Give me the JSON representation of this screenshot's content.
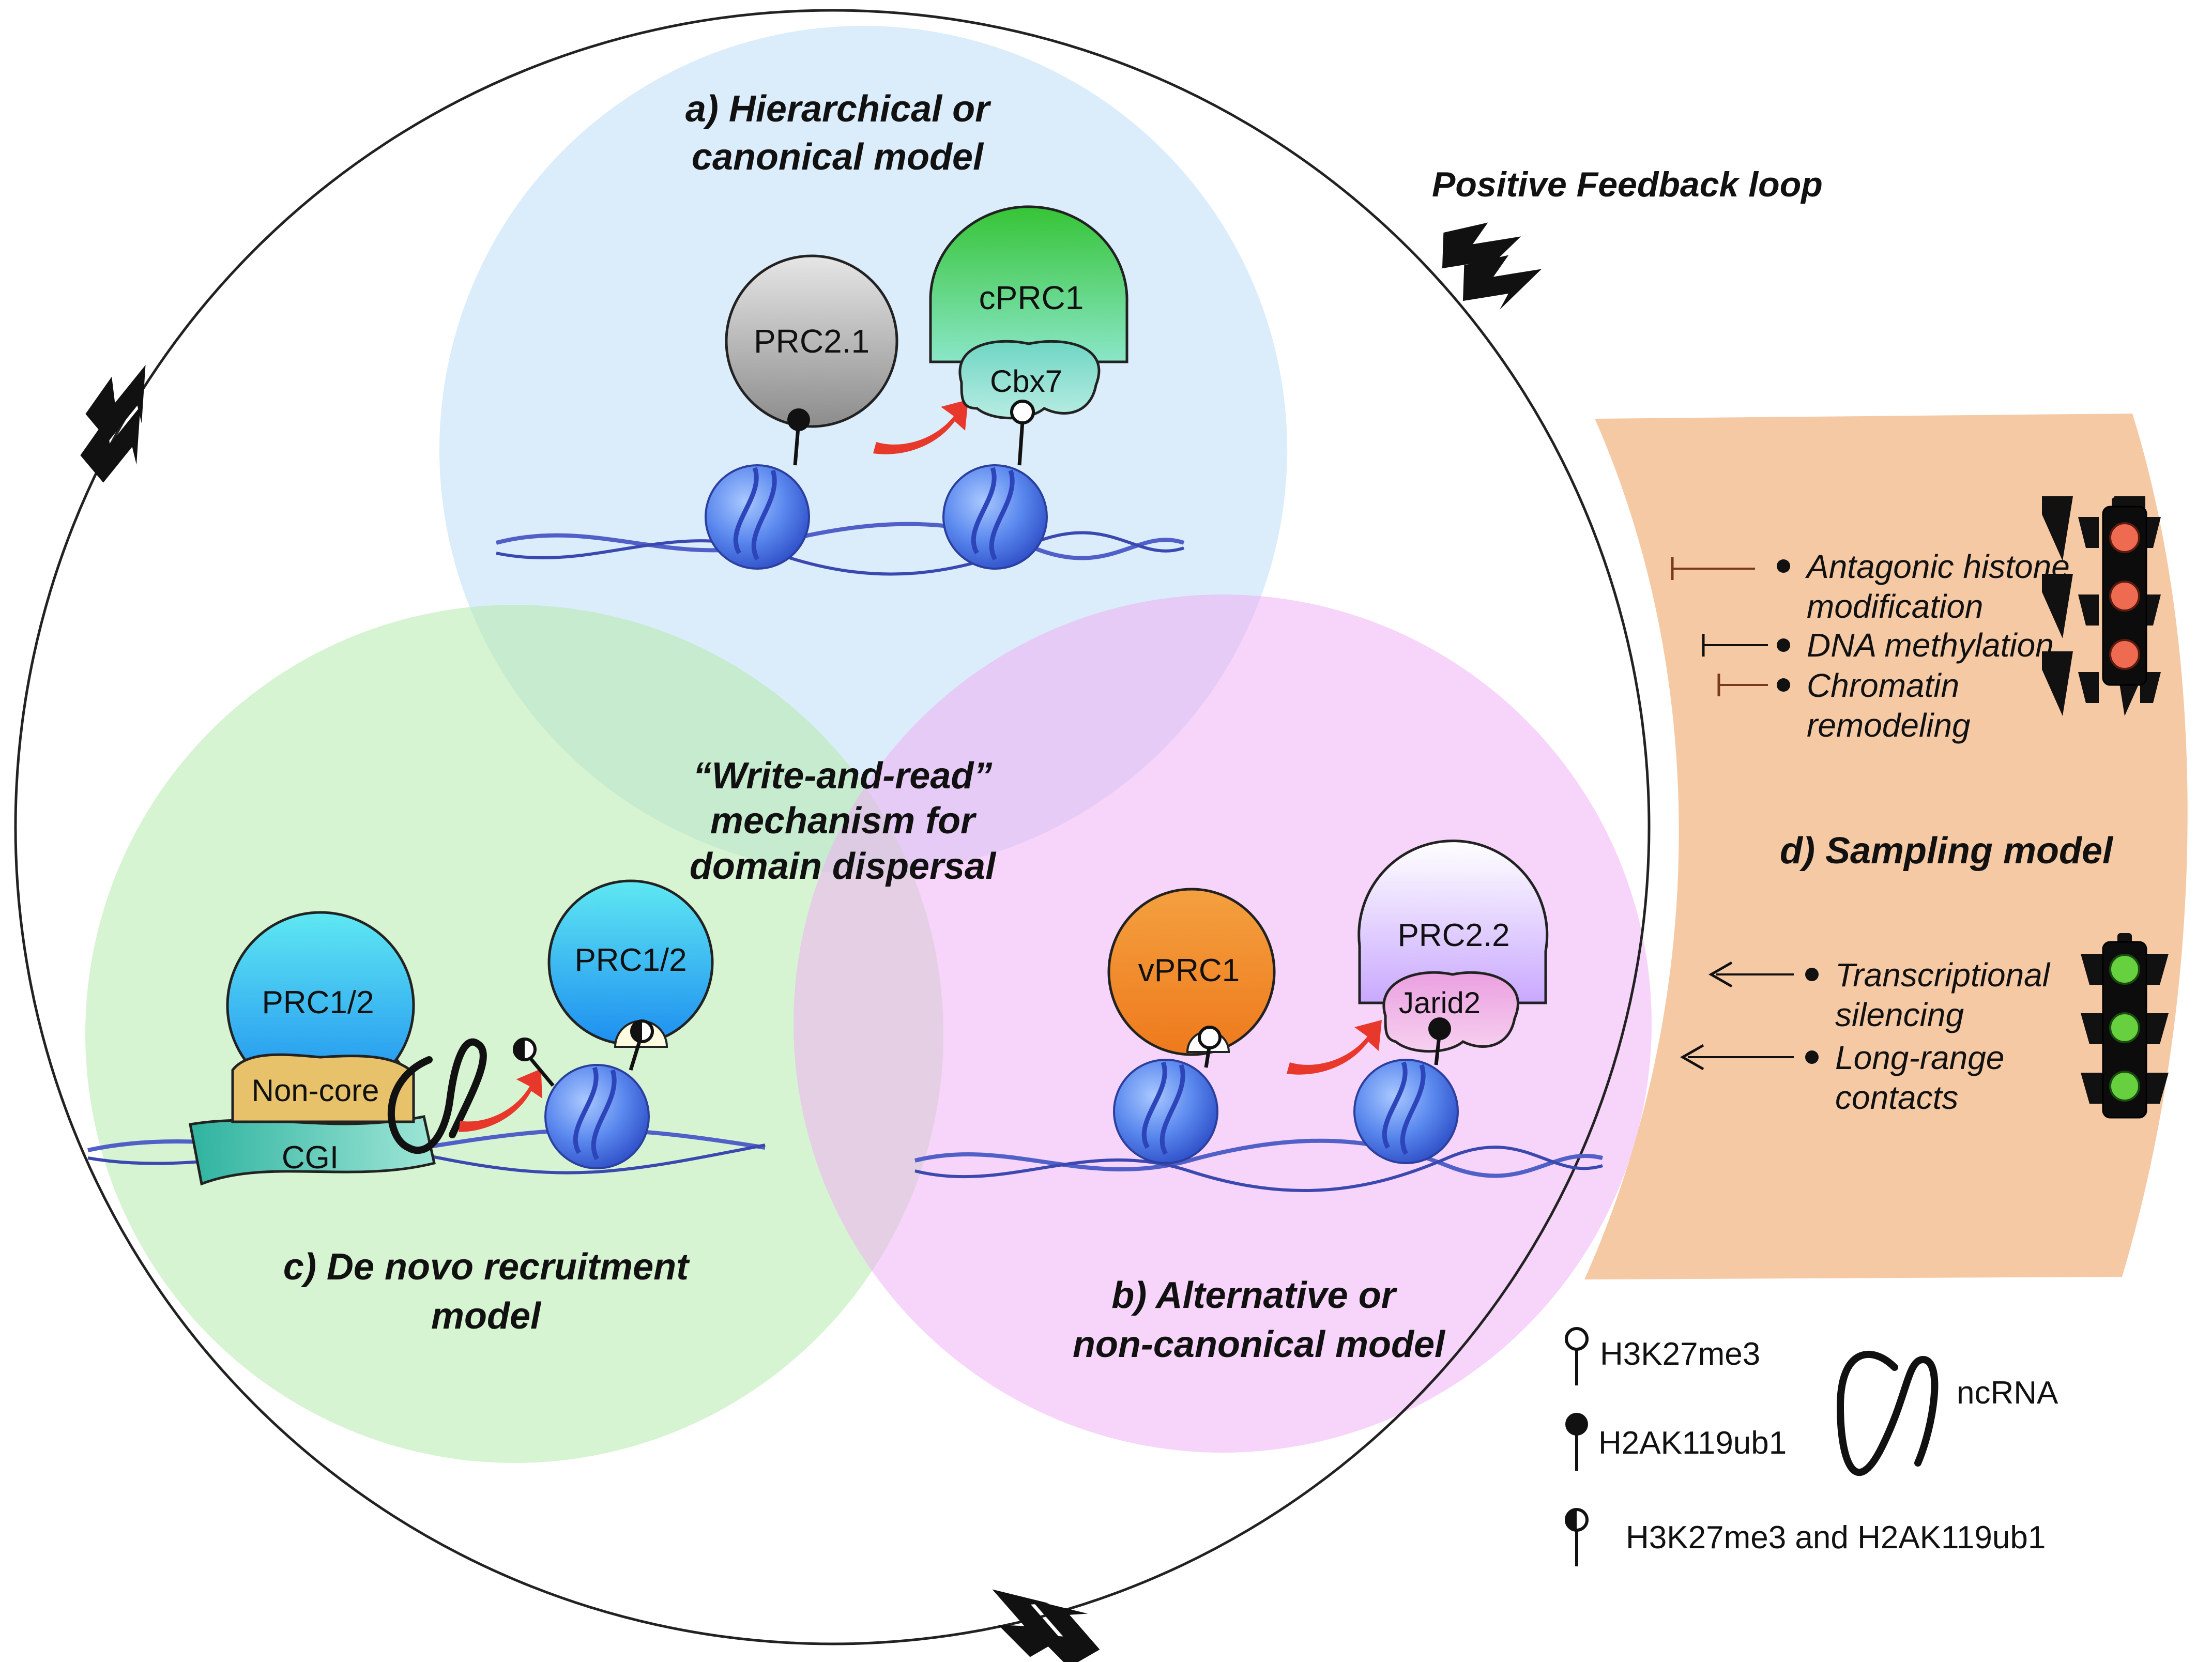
{
  "models": {
    "hierarchical": {
      "line1": "a) Hierarchical or",
      "line2": "canonical model"
    },
    "alternative": {
      "line1": "b) Alternative or",
      "line2": "non-canonical model"
    },
    "de_novo": {
      "line1": "c) De novo recruitment",
      "line2": "model"
    },
    "sampling": {
      "label": "d) Sampling model"
    }
  },
  "center_text": {
    "line1": "“Write-and-read”",
    "line2": "mechanism for",
    "line3": "domain dispersal"
  },
  "feedback_label": "Positive Feedback loop",
  "complexes": {
    "prc2_1": "PRC2.1",
    "cprc1": "cPRC1",
    "cbx7": "Cbx7",
    "vprc1": "vPRC1",
    "prc2_2": "PRC2.2",
    "jarid2": "Jarid2",
    "prc1_2_left": "PRC1/2",
    "prc1_2_right": "PRC1/2",
    "non_core": "Non-core",
    "cgi": "CGI"
  },
  "inhibitors": [
    {
      "line1": "Antagonic histone",
      "line2": "modification"
    },
    {
      "line1": "DNA methylation",
      "line2": ""
    },
    {
      "line1": "Chromatin",
      "line2": "remodeling"
    }
  ],
  "promoters": [
    {
      "line1": "Transcriptional",
      "line2": "silencing"
    },
    {
      "line1": "Long-range",
      "line2": "contacts"
    }
  ],
  "legend": {
    "h3k27me3": "H3K27me3",
    "h2ak119ub1": "H2AK119ub1",
    "both": "H3K27me3 and H2AK119ub1",
    "ncrna": "ncRNA"
  },
  "colors": {
    "circle_a": "#d6e9fa",
    "circle_b": "#f4c8f6",
    "circle_c": "#c9efc1",
    "sampling_band": "#f6c9a5",
    "red_light": "#ee6a50",
    "green_light": "#66d03e",
    "arrow_red": "#e8382c"
  }
}
